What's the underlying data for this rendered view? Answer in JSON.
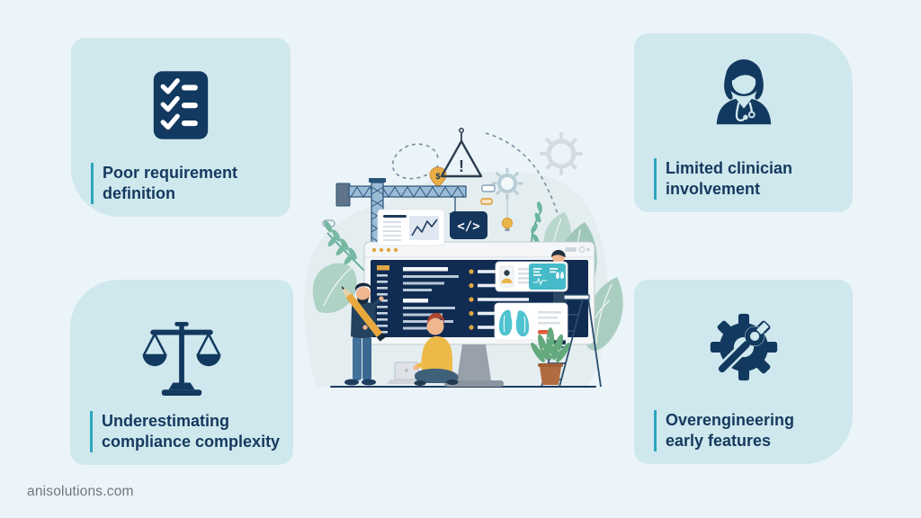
{
  "page": {
    "footer_link": "anisolutions.com"
  },
  "colors": {
    "background": "#ebf4f9",
    "card_background": "#cfe8ee",
    "navy": "#12395f",
    "teal_accent": "#2ca6bc",
    "footer_text": "#6f7781"
  },
  "cards": [
    {
      "icon": "checklist-icon",
      "line1": "Poor requirement",
      "line2": "definition"
    },
    {
      "icon": "clinician-icon",
      "line1": "Limited clinician",
      "line2": "involvement"
    },
    {
      "icon": "scales-icon",
      "line1": "Underestimating",
      "line2": "compliance complexity"
    },
    {
      "icon": "gear-wrench-icon",
      "line1": "Overengineering",
      "line2": "early features"
    }
  ],
  "illustration": {
    "code_symbol": "</>",
    "warning_symbol": "!",
    "price_tag_symbol": "$"
  }
}
